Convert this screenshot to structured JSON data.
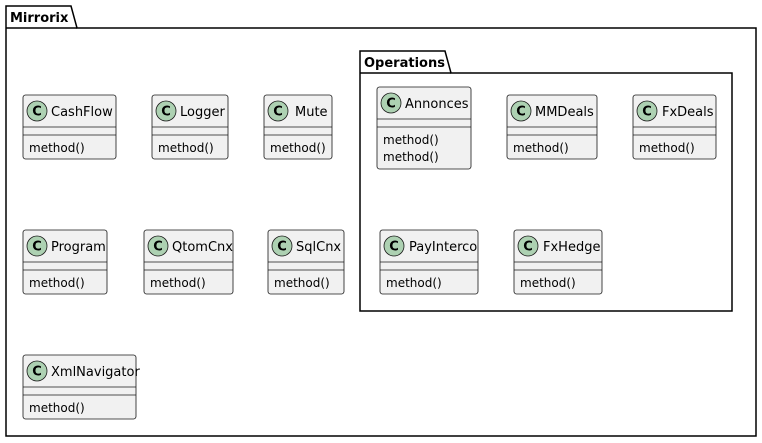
{
  "packages": [
    {
      "id": "mirrorix",
      "name": "Mirrorix"
    },
    {
      "id": "operations",
      "name": "Operations"
    }
  ],
  "classes": [
    {
      "id": "cashflow",
      "stereotype": "C",
      "name": "CashFlow",
      "methods": [
        "method()"
      ]
    },
    {
      "id": "logger",
      "stereotype": "C",
      "name": "Logger",
      "methods": [
        "method()"
      ]
    },
    {
      "id": "mute",
      "stereotype": "C",
      "name": "Mute",
      "methods": [
        "method()"
      ]
    },
    {
      "id": "program",
      "stereotype": "C",
      "name": "Program",
      "methods": [
        "method()"
      ]
    },
    {
      "id": "qtomcnx",
      "stereotype": "C",
      "name": "QtomCnx",
      "methods": [
        "method()"
      ]
    },
    {
      "id": "sqlcnx",
      "stereotype": "C",
      "name": "SqlCnx",
      "methods": [
        "method()"
      ]
    },
    {
      "id": "xmlnavigator",
      "stereotype": "C",
      "name": "XmlNavigator",
      "methods": [
        "method()"
      ]
    },
    {
      "id": "annonces",
      "stereotype": "C",
      "name": "Annonces",
      "methods": [
        "method()",
        "method()"
      ]
    },
    {
      "id": "mmdeals",
      "stereotype": "C",
      "name": "MMDeals",
      "methods": [
        "method()"
      ]
    },
    {
      "id": "fxdeals",
      "stereotype": "C",
      "name": "FxDeals",
      "methods": [
        "method()"
      ]
    },
    {
      "id": "payinterco",
      "stereotype": "C",
      "name": "PayInterco",
      "methods": [
        "method()"
      ]
    },
    {
      "id": "fxhedge",
      "stereotype": "C",
      "name": "FxHedge",
      "methods": [
        "method()"
      ]
    }
  ],
  "colors": {
    "class_fill": "#f1f1f1",
    "class_border": "#181818",
    "badge_fill": "#add1b2",
    "package_fill": "#ffffff",
    "package_border": "#000000"
  }
}
